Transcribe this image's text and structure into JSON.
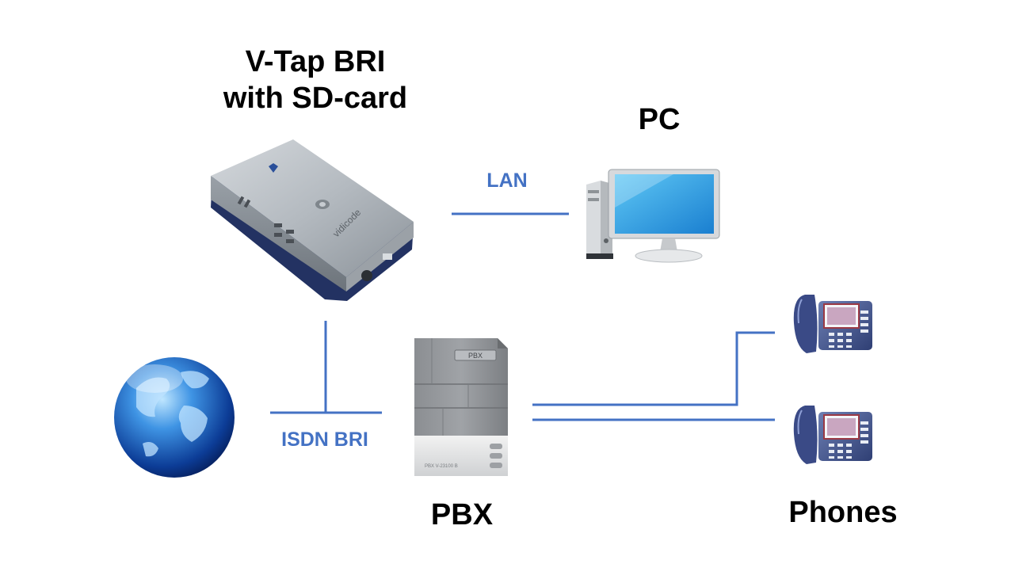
{
  "titles": {
    "vtap_line1": "V-Tap BRI",
    "vtap_line2": "with SD-card",
    "pc": "PC",
    "pbx": "PBX",
    "phones": "Phones"
  },
  "connections": {
    "lan": "LAN",
    "isdn": "ISDN BRI"
  },
  "devices": {
    "vtap_brand": "vidicode",
    "pbx_badge": "PBX",
    "pbx_model": "PBX V-23100 B"
  },
  "colors": {
    "line": "#4472c4",
    "label": "#4472c4",
    "title": "#000000"
  }
}
